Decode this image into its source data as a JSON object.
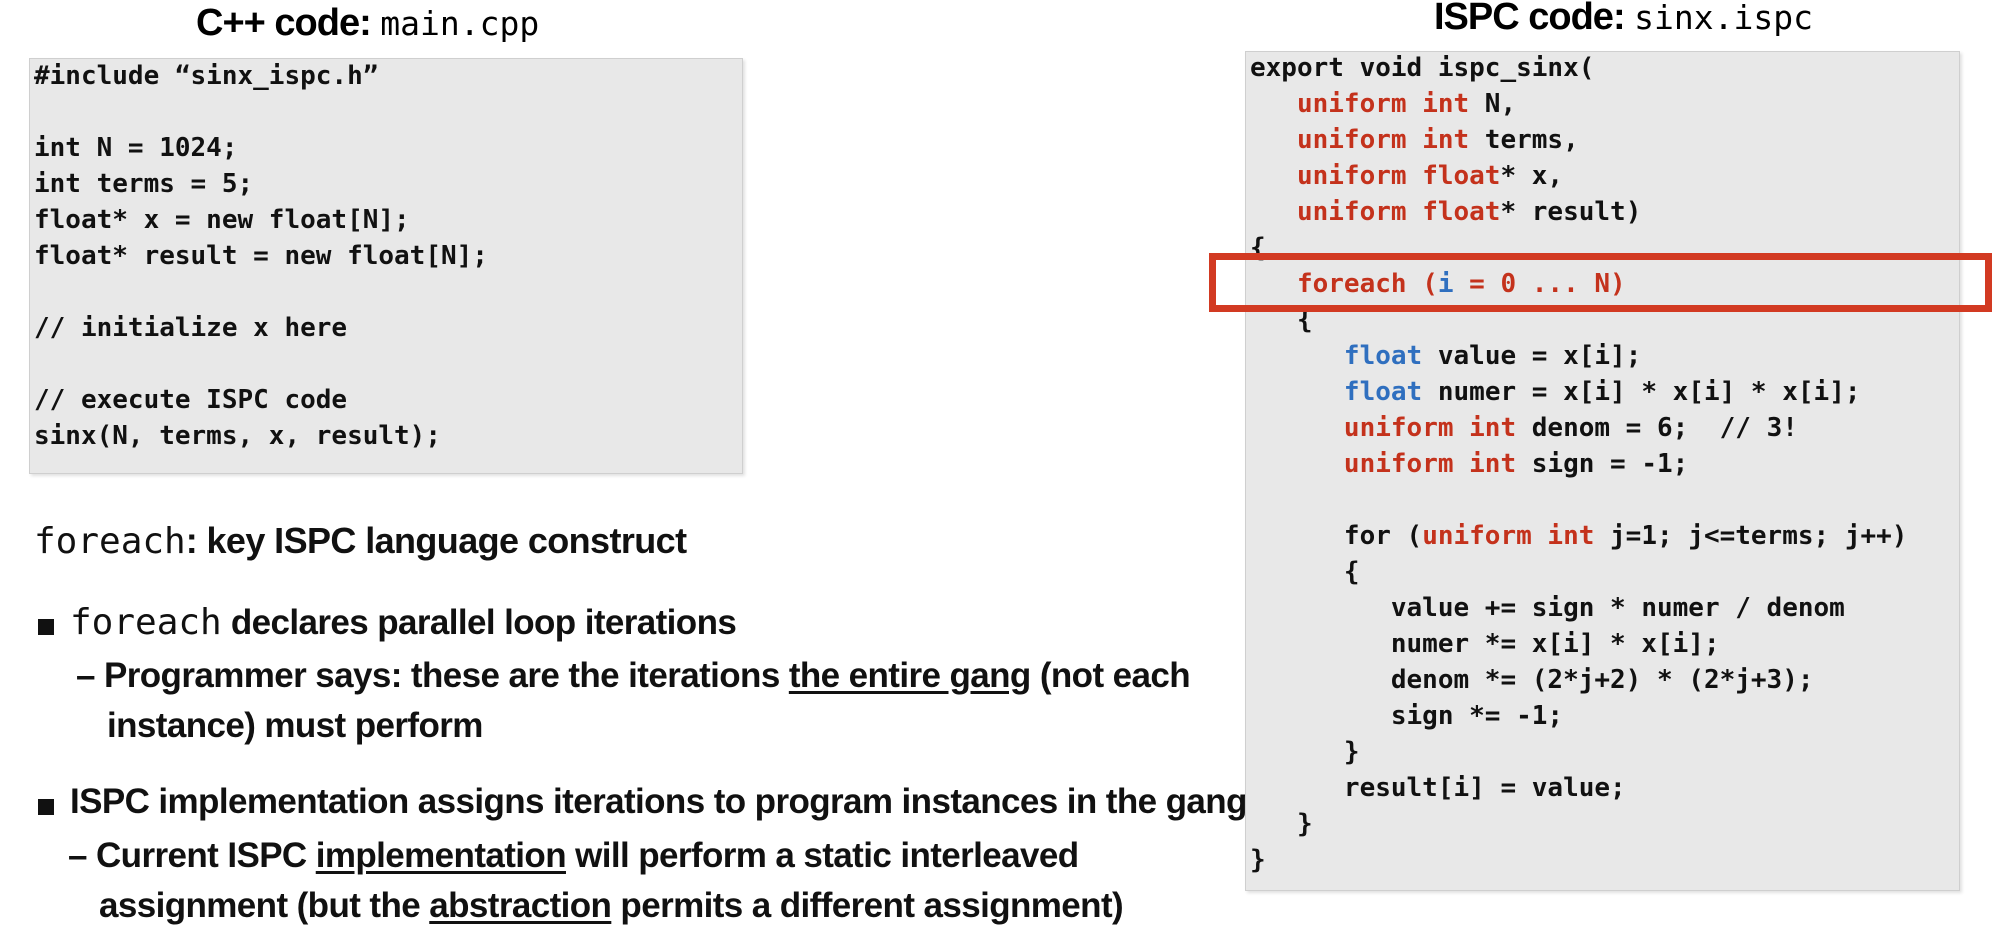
{
  "left": {
    "title_prefix": "C++ code: ",
    "title_file": "main.cpp",
    "code_lines": [
      "#include “sinx_ispc.h”",
      "",
      "int N = 1024;",
      "int terms = 5;",
      "float* x = new float[N];",
      "float* result = new float[N];",
      "",
      "// initialize x here",
      "",
      "// execute ISPC code",
      "sinx(N, terms, x, result);"
    ]
  },
  "right": {
    "title_prefix": "ISPC code: ",
    "title_file": "sinx.ispc",
    "code_lines": [
      [
        {
          "t": "export void ispc_sinx("
        }
      ],
      [
        {
          "t": "   "
        },
        {
          "t": "uniform int",
          "c": "red"
        },
        {
          "t": " N,"
        }
      ],
      [
        {
          "t": "   "
        },
        {
          "t": "uniform int",
          "c": "red"
        },
        {
          "t": " terms,"
        }
      ],
      [
        {
          "t": "   "
        },
        {
          "t": "uniform float",
          "c": "red"
        },
        {
          "t": "* x,"
        }
      ],
      [
        {
          "t": "   "
        },
        {
          "t": "uniform float",
          "c": "red"
        },
        {
          "t": "* result)"
        }
      ],
      [
        {
          "t": "{"
        }
      ],
      [
        {
          "t": "   "
        },
        {
          "t": "foreach (",
          "c": "red"
        },
        {
          "t": "i",
          "c": "blue"
        },
        {
          "t": " = 0 ... N)",
          "c": "red"
        }
      ],
      [
        {
          "t": "   {"
        }
      ],
      [
        {
          "t": "      "
        },
        {
          "t": "float",
          "c": "blue"
        },
        {
          "t": " value = x[i];"
        }
      ],
      [
        {
          "t": "      "
        },
        {
          "t": "float",
          "c": "blue"
        },
        {
          "t": " numer = x[i] * x[i] * x[i];"
        }
      ],
      [
        {
          "t": "      "
        },
        {
          "t": "uniform int",
          "c": "red"
        },
        {
          "t": " denom = 6;  // 3!"
        }
      ],
      [
        {
          "t": "      "
        },
        {
          "t": "uniform int",
          "c": "red"
        },
        {
          "t": " sign = -1;"
        }
      ],
      [
        {
          "t": ""
        }
      ],
      [
        {
          "t": "      for ("
        },
        {
          "t": "uniform int",
          "c": "red"
        },
        {
          "t": " j=1; j<=terms; j++)"
        }
      ],
      [
        {
          "t": "      {"
        }
      ],
      [
        {
          "t": "         value += sign * numer / denom"
        }
      ],
      [
        {
          "t": "         numer *= x[i] * x[i];"
        }
      ],
      [
        {
          "t": "         denom *= (2*j+2) * (2*j+3);"
        }
      ],
      [
        {
          "t": "         sign *= -1;"
        }
      ],
      [
        {
          "t": "      }"
        }
      ],
      [
        {
          "t": "      result[i] = value;"
        }
      ],
      [
        {
          "t": "   }"
        }
      ],
      [
        {
          "t": "}"
        }
      ]
    ]
  },
  "heading": {
    "keyword": "foreach",
    "rest": ": key ISPC language construct"
  },
  "bullets": {
    "b1_keyword": "foreach",
    "b1_rest": " declares parallel loop iterations",
    "b1_sub_prefix": "– ",
    "b1_sub_a": "Programmer says: these are the iterations ",
    "b1_sub_u": "the entire gang",
    "b1_sub_b": " (not each",
    "b1_sub_line2": "instance) must perform",
    "b2_text": "ISPC implementation assigns iterations to program instances in the gang",
    "b2_sub_prefix": "– ",
    "b2_sub_a": "Current ISPC ",
    "b2_sub_u1": "implementation",
    "b2_sub_b": " will perform a static interleaved",
    "b2_sub_c": "assignment (but the ",
    "b2_sub_u2": "abstraction",
    "b2_sub_d": " permits a different assignment)"
  },
  "colors": {
    "keyword_red": "#c4321c",
    "keyword_blue": "#2f6fbf",
    "highlight_border": "#d23a22",
    "code_background": "#e8e8e8"
  }
}
